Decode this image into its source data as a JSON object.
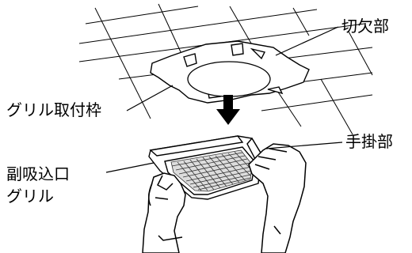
{
  "labels": {
    "notch": "切欠部",
    "frame": "グリル取付枠",
    "handle": "手掛部",
    "grille_line1": "副吸込口",
    "grille_line2": "グリル"
  },
  "colors": {
    "line": "#000000",
    "background": "#ffffff",
    "mesh": "#333333"
  },
  "icons": {
    "arrow": "down-arrow-icon",
    "hands": "gloved-hand-icon"
  }
}
